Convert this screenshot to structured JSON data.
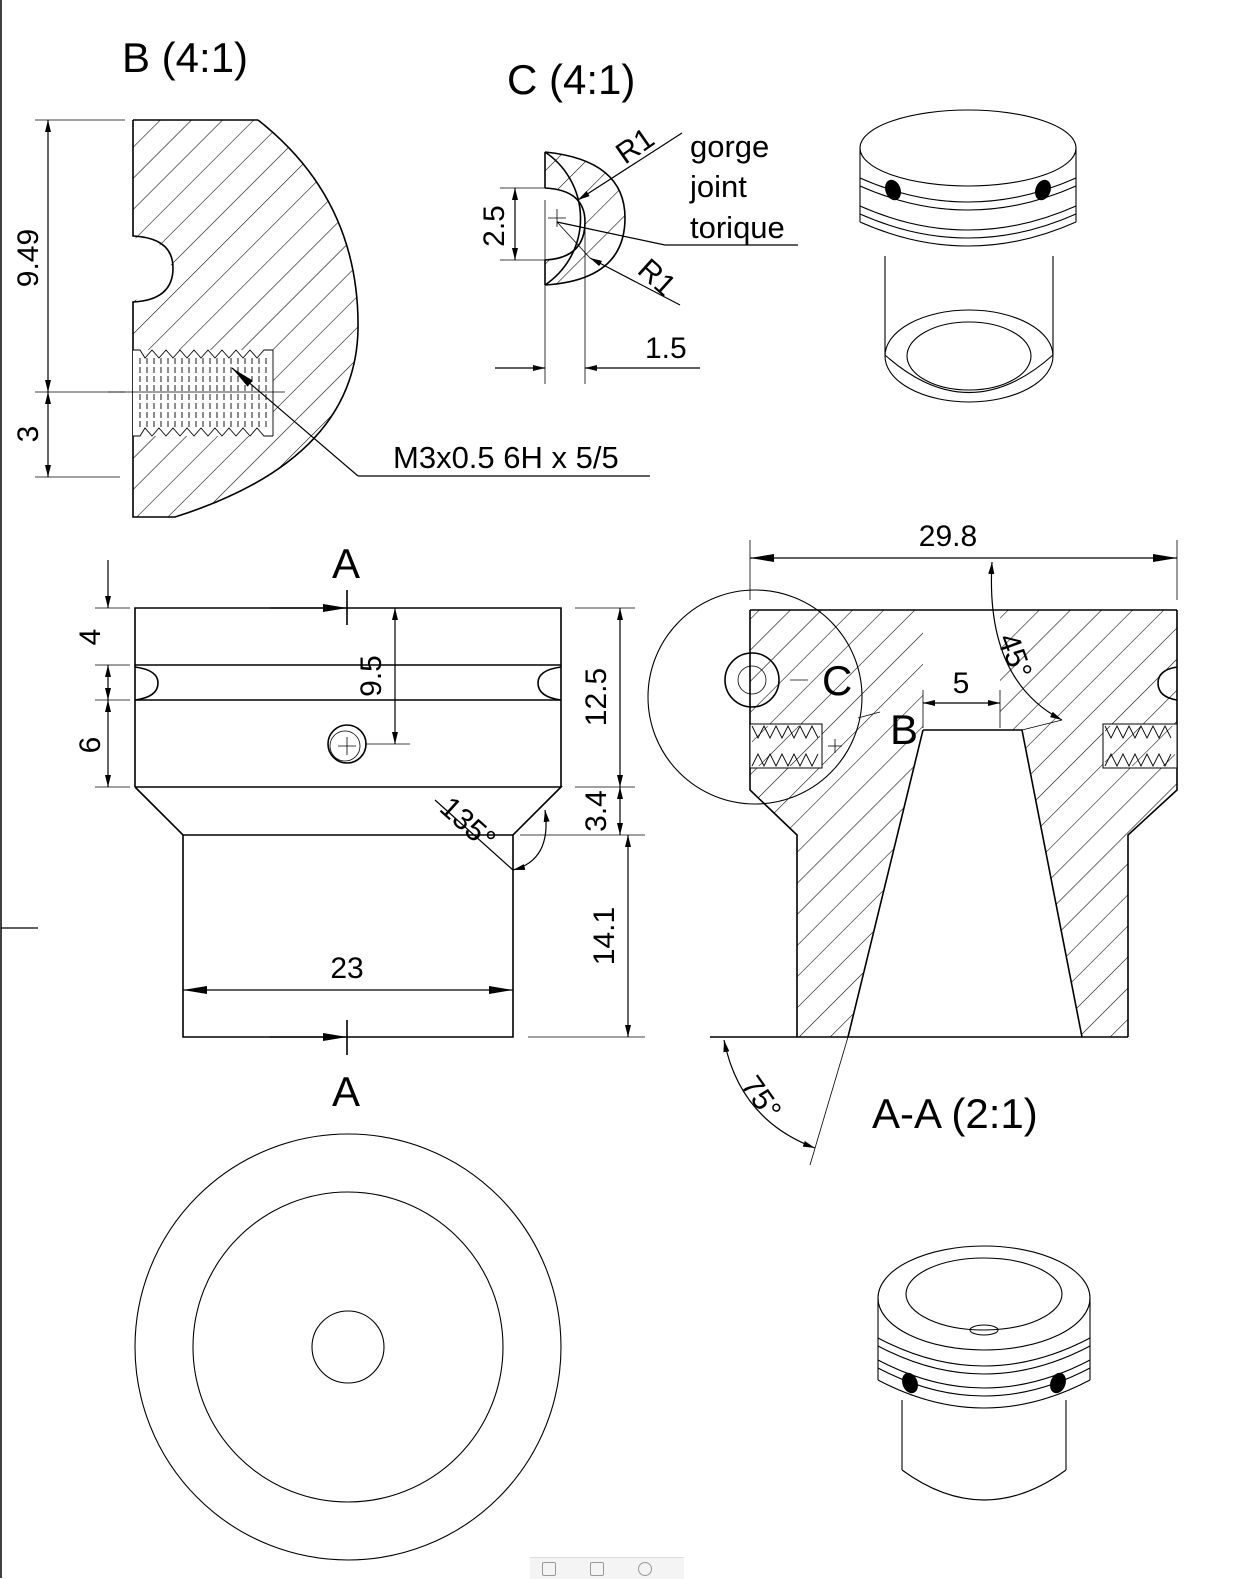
{
  "views": {
    "detail_b": {
      "title": "B (4:1)",
      "dim_height": "9.49",
      "dim_lower": "3",
      "thread_note": "M3x0.5 6H x 5/5"
    },
    "detail_c": {
      "title": "C (4:1)",
      "dim_groove": "2.5",
      "dim_width": "1.5",
      "radius_outer": "R1",
      "radius_inner": "R1",
      "note_line1": "gorge",
      "note_line2": "joint",
      "note_line3": "torique"
    },
    "front": {
      "section_mark_top": "A",
      "section_mark_bottom": "A",
      "dim_top_band": "4",
      "dim_mid_band": "6",
      "dim_hole_height": "9.5",
      "dim_upper_height": "12.5",
      "dim_chamfer_height": "3.4",
      "dim_neck_height": "14.1",
      "dim_neck_width": "23",
      "dim_chamfer_angle": "135°"
    },
    "section_aa": {
      "title": "A-A (2:1)",
      "dim_width": "29.8",
      "dim_bore_top": "5",
      "dim_taper_angle": "45°",
      "dim_cone_angle": "75°",
      "label_c": "C",
      "label_b": "B"
    }
  },
  "colors": {
    "ink": "#000000",
    "paper": "#ffffff"
  }
}
